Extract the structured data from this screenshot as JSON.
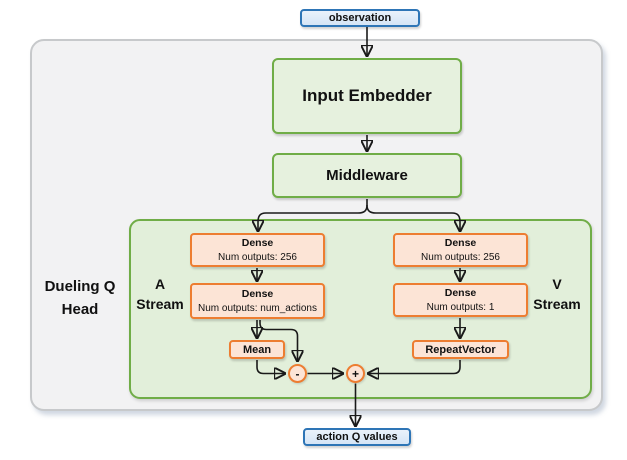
{
  "title": "Dueling Q Head network diagram",
  "colors": {
    "green_border": "#70AD47",
    "green_fill": "#E2EFDA",
    "orange_border": "#ED7D31",
    "orange_fill": "#FCE4D6",
    "blue_border": "#2E75B6",
    "blue_fill": "#DCE9F7",
    "outer_container_fill": "#F2F2F3",
    "outer_container_border": "#C7C9CB",
    "wire": "#1A1A1A"
  },
  "nodes": {
    "observation": {
      "label": "observation"
    },
    "input_embedder": {
      "label": "Input Embedder"
    },
    "middleware": {
      "label": "Middleware"
    },
    "dueling_q_head": {
      "line1": "Dueling Q",
      "line2": "Head"
    },
    "a_stream": {
      "line1": "A",
      "line2": "Stream"
    },
    "v_stream": {
      "line1": "V",
      "line2": "Stream"
    },
    "a_dense_1": {
      "title": "Dense",
      "subtitle": "Num outputs: 256"
    },
    "a_dense_2": {
      "title": "Dense",
      "subtitle": "Num outputs: num_actions"
    },
    "v_dense_1": {
      "title": "Dense",
      "subtitle": "Num outputs: 256"
    },
    "v_dense_2": {
      "title": "Dense",
      "subtitle": "Num outputs: 1"
    },
    "mean": {
      "label": "Mean"
    },
    "repeat_vector": {
      "label": "RepeatVector"
    },
    "subtract_op": {
      "symbol": "-"
    },
    "add_op": {
      "symbol": "+"
    },
    "action_q_values": {
      "label": "action Q values"
    }
  }
}
